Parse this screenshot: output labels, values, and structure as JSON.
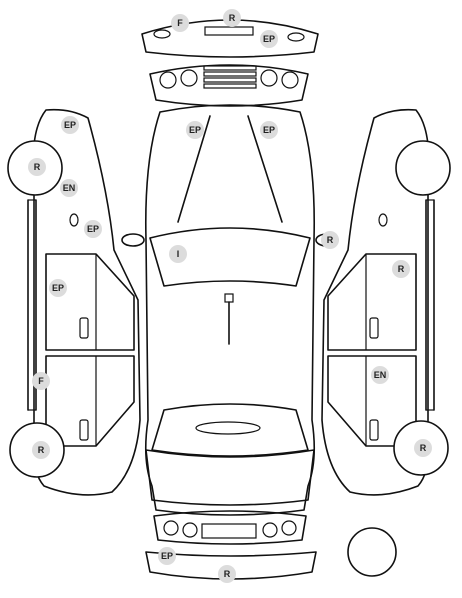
{
  "colors": {
    "outline": "#111111",
    "badge_fill": "#dcdcdc",
    "badge_text": "#222222",
    "background": "#ffffff"
  },
  "markers": {
    "front_bumper_f": "F",
    "front_bumper_r": "R",
    "front_bumper_ep": "EP",
    "hood_left_ep": "EP",
    "hood_right_ep": "EP",
    "windshield_i": "I",
    "right_mirror_r": "R",
    "left_front_fender_ep": "EP",
    "left_front_wheel_r": "R",
    "left_front_fender_en": "EN",
    "left_front_fender_ep2": "EP",
    "left_front_door_ep": "EP",
    "left_rocker_f": "F",
    "left_rear_wheel_r": "R",
    "right_front_door_r": "R",
    "right_rear_door_en": "EN",
    "right_rear_wheel_r": "R",
    "rear_bumper_ep": "EP",
    "rear_bumper_r": "R"
  }
}
